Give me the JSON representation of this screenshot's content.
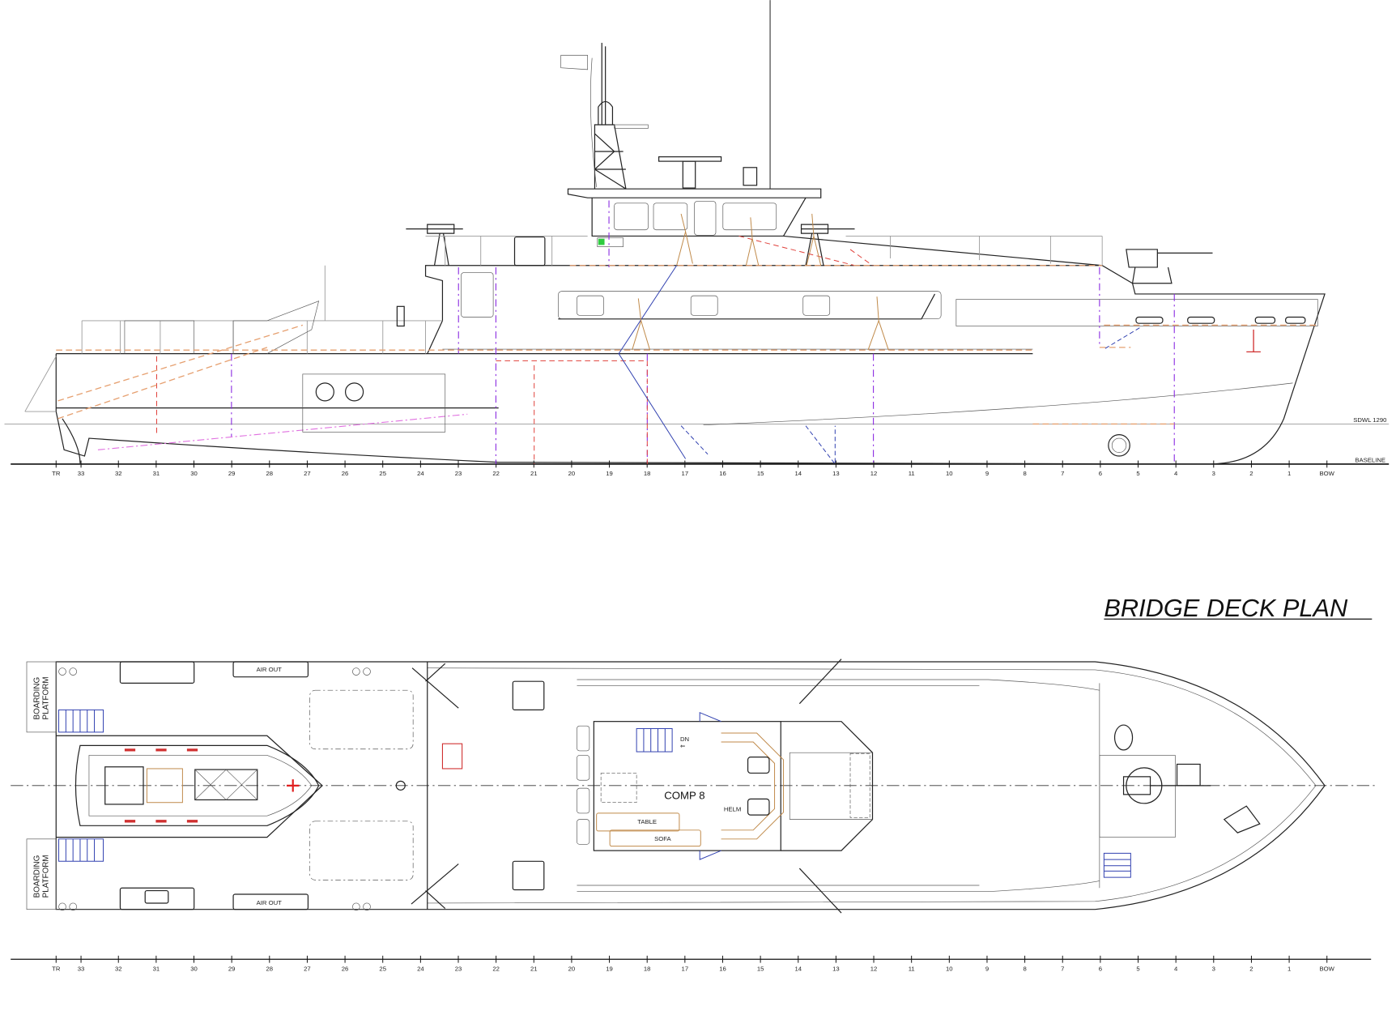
{
  "profile": {
    "waterline_label": "SDWL 1290",
    "baseline_label": "BASELINE",
    "stations": [
      "TR",
      "33",
      "32",
      "31",
      "30",
      "29",
      "28",
      "27",
      "26",
      "25",
      "24",
      "23",
      "22",
      "21",
      "20",
      "19",
      "18",
      "17",
      "16",
      "15",
      "14",
      "13",
      "12",
      "11",
      "10",
      "9",
      "8",
      "7",
      "6",
      "5",
      "4",
      "3",
      "2",
      "1",
      "BOW"
    ]
  },
  "plan": {
    "title": "BRIDGE DECK PLAN",
    "boarding_platform_label": "BOARDING PLATFORM",
    "boarding_platform_line1": "BOARDING",
    "boarding_platform_line2": "PLATFORM",
    "air_out_label": "AIR OUT",
    "compartment_label": "COMP 8",
    "down_label": "DN",
    "helm_label": "HELM",
    "table_label": "TABLE",
    "sofa_label": "SOFA",
    "stations": [
      "TR",
      "33",
      "32",
      "31",
      "30",
      "29",
      "28",
      "27",
      "26",
      "25",
      "24",
      "23",
      "22",
      "21",
      "20",
      "19",
      "18",
      "17",
      "16",
      "15",
      "14",
      "13",
      "12",
      "11",
      "10",
      "9",
      "8",
      "7",
      "6",
      "5",
      "4",
      "3",
      "2",
      "1",
      "BOW"
    ]
  },
  "colors": {
    "line": "#222222",
    "services_purple": "#8a2be2",
    "red_dashed": "#e0403a",
    "orange_dashed": "#e6a070",
    "stairs_blue": "#3040b0",
    "figures_brown": "#c08a4a"
  }
}
